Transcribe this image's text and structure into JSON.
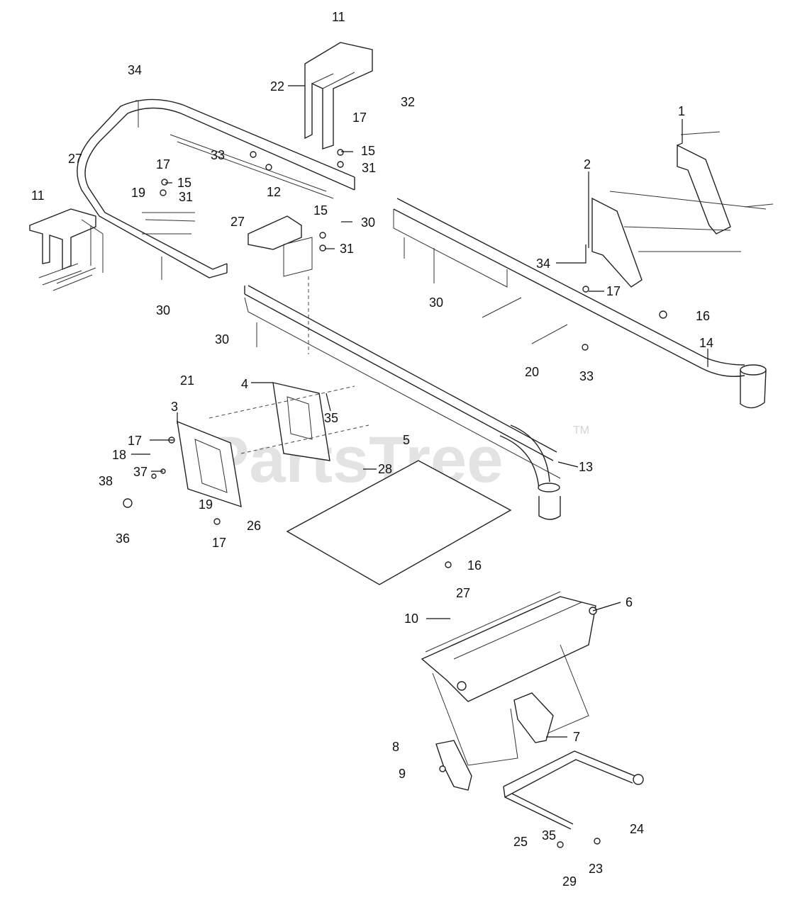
{
  "watermark": {
    "text": "PartsTree",
    "tm": "TM"
  },
  "part_labels": [
    {
      "id": "l11a",
      "text": "11"
    },
    {
      "id": "l34a",
      "text": "34"
    },
    {
      "id": "l22",
      "text": "22"
    },
    {
      "id": "l32",
      "text": "32"
    },
    {
      "id": "l17a",
      "text": "17"
    },
    {
      "id": "l1",
      "text": "1"
    },
    {
      "id": "l27a",
      "text": "27"
    },
    {
      "id": "l33a",
      "text": "33"
    },
    {
      "id": "l15a",
      "text": "15"
    },
    {
      "id": "l17b",
      "text": "17"
    },
    {
      "id": "l31a",
      "text": "31"
    },
    {
      "id": "l2",
      "text": "2"
    },
    {
      "id": "l15b",
      "text": "15"
    },
    {
      "id": "l11b",
      "text": "11"
    },
    {
      "id": "l19a",
      "text": "19"
    },
    {
      "id": "l31b",
      "text": "31"
    },
    {
      "id": "l12",
      "text": "12"
    },
    {
      "id": "l27b",
      "text": "27"
    },
    {
      "id": "l15c",
      "text": "15"
    },
    {
      "id": "l30a",
      "text": "30"
    },
    {
      "id": "l31c",
      "text": "31"
    },
    {
      "id": "l34b",
      "text": "34"
    },
    {
      "id": "l17c",
      "text": "17"
    },
    {
      "id": "l30b",
      "text": "30"
    },
    {
      "id": "l30c",
      "text": "30"
    },
    {
      "id": "l16a",
      "text": "16"
    },
    {
      "id": "l30d",
      "text": "30"
    },
    {
      "id": "l14",
      "text": "14"
    },
    {
      "id": "l20",
      "text": "20"
    },
    {
      "id": "l33b",
      "text": "33"
    },
    {
      "id": "l21",
      "text": "21"
    },
    {
      "id": "l4",
      "text": "4"
    },
    {
      "id": "l3",
      "text": "3"
    },
    {
      "id": "l35a",
      "text": "35"
    },
    {
      "id": "l17d",
      "text": "17"
    },
    {
      "id": "l5",
      "text": "5"
    },
    {
      "id": "l18",
      "text": "18"
    },
    {
      "id": "l13",
      "text": "13"
    },
    {
      "id": "l37",
      "text": "37"
    },
    {
      "id": "l28",
      "text": "28"
    },
    {
      "id": "l38",
      "text": "38"
    },
    {
      "id": "l19b",
      "text": "19"
    },
    {
      "id": "l26",
      "text": "26"
    },
    {
      "id": "l36",
      "text": "36"
    },
    {
      "id": "l17e",
      "text": "17"
    },
    {
      "id": "l16b",
      "text": "16"
    },
    {
      "id": "l27c",
      "text": "27"
    },
    {
      "id": "l6",
      "text": "6"
    },
    {
      "id": "l10",
      "text": "10"
    },
    {
      "id": "l7",
      "text": "7"
    },
    {
      "id": "l8",
      "text": "8"
    },
    {
      "id": "l9",
      "text": "9"
    },
    {
      "id": "l24",
      "text": "24"
    },
    {
      "id": "l35b",
      "text": "35"
    },
    {
      "id": "l25",
      "text": "25"
    },
    {
      "id": "l23",
      "text": "23"
    },
    {
      "id": "l29",
      "text": "29"
    }
  ]
}
